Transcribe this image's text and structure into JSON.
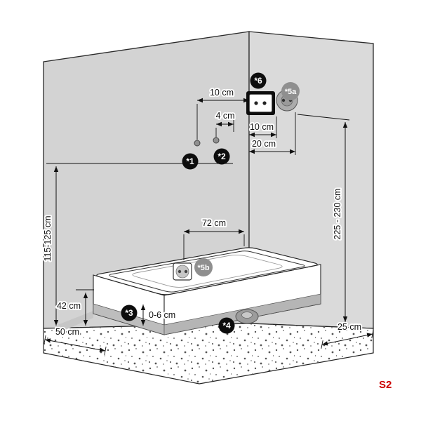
{
  "figure": {
    "code": "S2"
  },
  "badges": {
    "b1": {
      "label": "*1"
    },
    "b2": {
      "label": "*2"
    },
    "b3": {
      "label": "*3"
    },
    "b4": {
      "label": "*4"
    },
    "b5a": {
      "label": "*5a"
    },
    "b5b": {
      "label": "*5b"
    },
    "b6": {
      "label": "*6"
    }
  },
  "dims": {
    "corner_offset": "10 cm",
    "point_gap": "4 cm",
    "socket_drop": "10 cm",
    "socket_side": "20 cm",
    "right_height": "225 - 230 cm",
    "left_height": "115-125 cm",
    "tub_offset": "72 cm",
    "tub_height": "42 cm",
    "feet_range": "0-6 cm",
    "floor_left": "50 cm",
    "floor_right": "25 cm"
  },
  "colors": {
    "accent": "#cc0000",
    "wall_left": "#d3d3d3",
    "wall_right": "#dadada",
    "badge_black": "#0d0d0d",
    "badge_gray": "#8f8f8f"
  }
}
